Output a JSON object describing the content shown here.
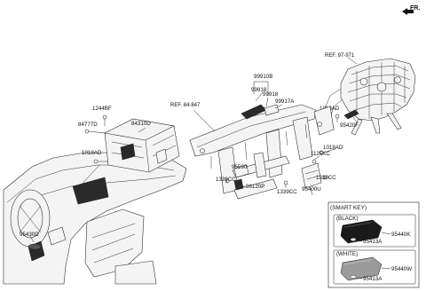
{
  "header": {
    "direction": "FR."
  },
  "ref_labels": {
    "ref_97": "REF. 97-971",
    "ref_84": "REF. 84-847"
  },
  "part_labels": {
    "p1244bf": "1244BF",
    "p84777d": "84777D",
    "p84310d": "84310D",
    "p1018ad_left": "1018AD",
    "p99910b": "99910B",
    "p99918": "99918",
    "p99918b": "99918",
    "p99917a": "99917A",
    "p1018ad_mid": "1018AD",
    "p95420f": "95420F",
    "p1018ad_right": "1018AD",
    "p1125kc": "1125KC",
    "p95590": "95590",
    "p1339cc_a": "1339CC",
    "p96120p": "96120P",
    "p1339cc_b": "1339CC",
    "p1339cc_c": "1339CC",
    "p95400u": "95400U",
    "p95430d": "95430D"
  },
  "smart_key": {
    "title": "(SMART KEY)",
    "black_label": "(BLACK)",
    "black_part": "95440K",
    "black_sub": "95413A",
    "white_label": "(WHITE)",
    "white_part": "95440W",
    "white_sub": "95413A"
  }
}
